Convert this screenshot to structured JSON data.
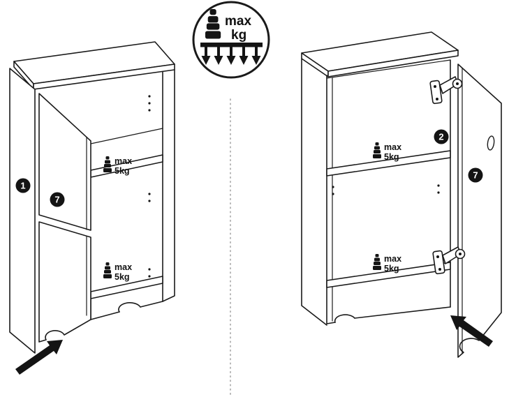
{
  "badge": {
    "max": "max",
    "kg": "kg"
  },
  "left_figure": {
    "step_side_panel": "1",
    "step_door": "7",
    "shelf_top": {
      "max": "max",
      "weight": "5kg"
    },
    "shelf_bottom": {
      "max": "max",
      "weight": "5kg"
    }
  },
  "right_figure": {
    "step_hinges": "2",
    "step_door": "7",
    "shelf_top": {
      "max": "max",
      "weight": "5kg"
    },
    "shelf_bottom": {
      "max": "max",
      "weight": "5kg"
    }
  },
  "icons": {
    "weight": "weight-icon",
    "load_arrows": "down-arrows-icon",
    "mount_arrow": "direction-arrow-icon"
  }
}
